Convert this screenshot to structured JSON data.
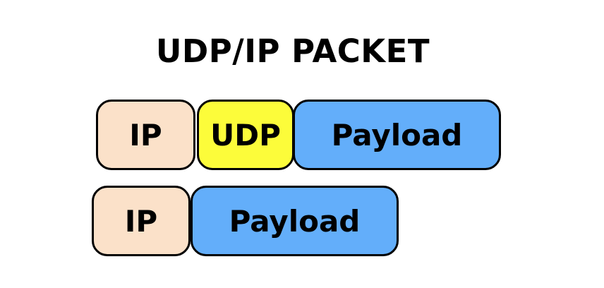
{
  "title": "UDP/IP PACKET",
  "diagram": {
    "rows": [
      {
        "id": "udp-ip-packet",
        "segments": [
          {
            "label": "IP",
            "color": "#FBE1C9"
          },
          {
            "label": "UDP",
            "color": "#FCFC3A"
          },
          {
            "label": "Payload",
            "color": "#63AEFA"
          }
        ]
      },
      {
        "id": "ip-packet",
        "segments": [
          {
            "label": "IP",
            "color": "#FBE1C9"
          },
          {
            "label": "Payload",
            "color": "#63AEFA"
          }
        ]
      }
    ]
  },
  "colors": {
    "background": "#FFFFFF",
    "border": "#000000",
    "text": "#000000",
    "ip_segment": "#FBE1C9",
    "udp_segment": "#FCFC3A",
    "payload_segment": "#63AEFA"
  }
}
